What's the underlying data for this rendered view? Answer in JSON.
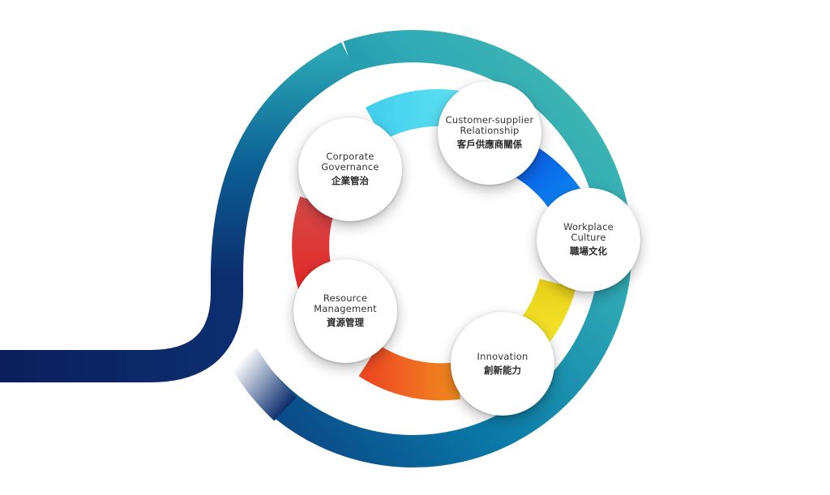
{
  "diagram": {
    "nodes": [
      {
        "id": "corporate",
        "en": "Corporate\nGovernance",
        "zh": "企業管治"
      },
      {
        "id": "customer",
        "en": "Customer-supplier\nRelationship",
        "zh": "客戶供應商關係"
      },
      {
        "id": "workplace",
        "en": "Workplace\nCulture",
        "zh": "職場文化"
      },
      {
        "id": "innovation",
        "en": "Innovation",
        "zh": "創新能力"
      },
      {
        "id": "resource",
        "en": "Resource\nManagement",
        "zh": "資源管理"
      }
    ],
    "colors": {
      "swirl_dark": "#0d1f5c",
      "swirl_mid": "#0a6f9e",
      "swirl_teal": "#3fb6b1",
      "arc_cyan": "#4fd8f0",
      "arc_blue": "#0a6ee8",
      "arc_yellow": "#f1de1a",
      "arc_orange": "#f06a1e",
      "arc_red": "#e23436"
    }
  }
}
